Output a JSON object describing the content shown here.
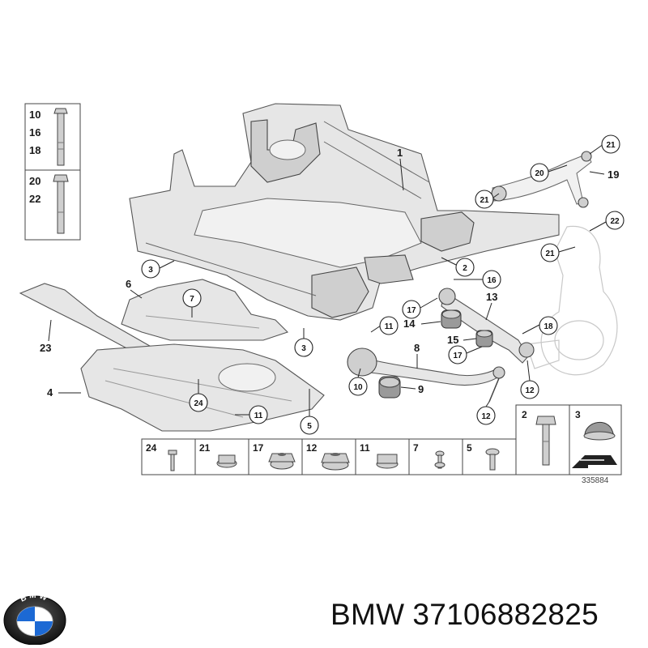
{
  "diagram": {
    "bolt_box_a_labels": [
      "10",
      "16",
      "18"
    ],
    "bolt_box_b_labels": [
      "20",
      "22"
    ],
    "part_labels": {
      "p1": "1",
      "p19": "19",
      "p13": "13",
      "p8": "8",
      "p6": "6",
      "p23": "23",
      "p4": "4",
      "p14": "14",
      "p15": "15",
      "p9": "9"
    },
    "callouts": {
      "c21a": "21",
      "c20": "20",
      "c21b": "21",
      "c22": "22",
      "c21c": "21",
      "c2": "2",
      "c16": "16",
      "c17a": "17",
      "c3a": "3",
      "c7": "7",
      "c3b": "3",
      "c11a": "11",
      "c18": "18",
      "c17b": "17",
      "c10": "10",
      "c12a": "12",
      "c24": "24",
      "c11b": "11",
      "c5": "5",
      "c12b": "12"
    },
    "hardware_row": [
      "24",
      "21",
      "17",
      "12",
      "11",
      "7",
      "5"
    ],
    "hardware_side": [
      "2",
      "3"
    ],
    "diagram_number": "335884"
  },
  "brand": {
    "logo_letters": "BMW",
    "name": "BMW",
    "part_number": "37106882825"
  },
  "colors": {
    "line": "#222222",
    "part_fill": "#e6e6e6",
    "logo_blue": "#1c69d4",
    "logo_ring": "#1b1b1b"
  }
}
